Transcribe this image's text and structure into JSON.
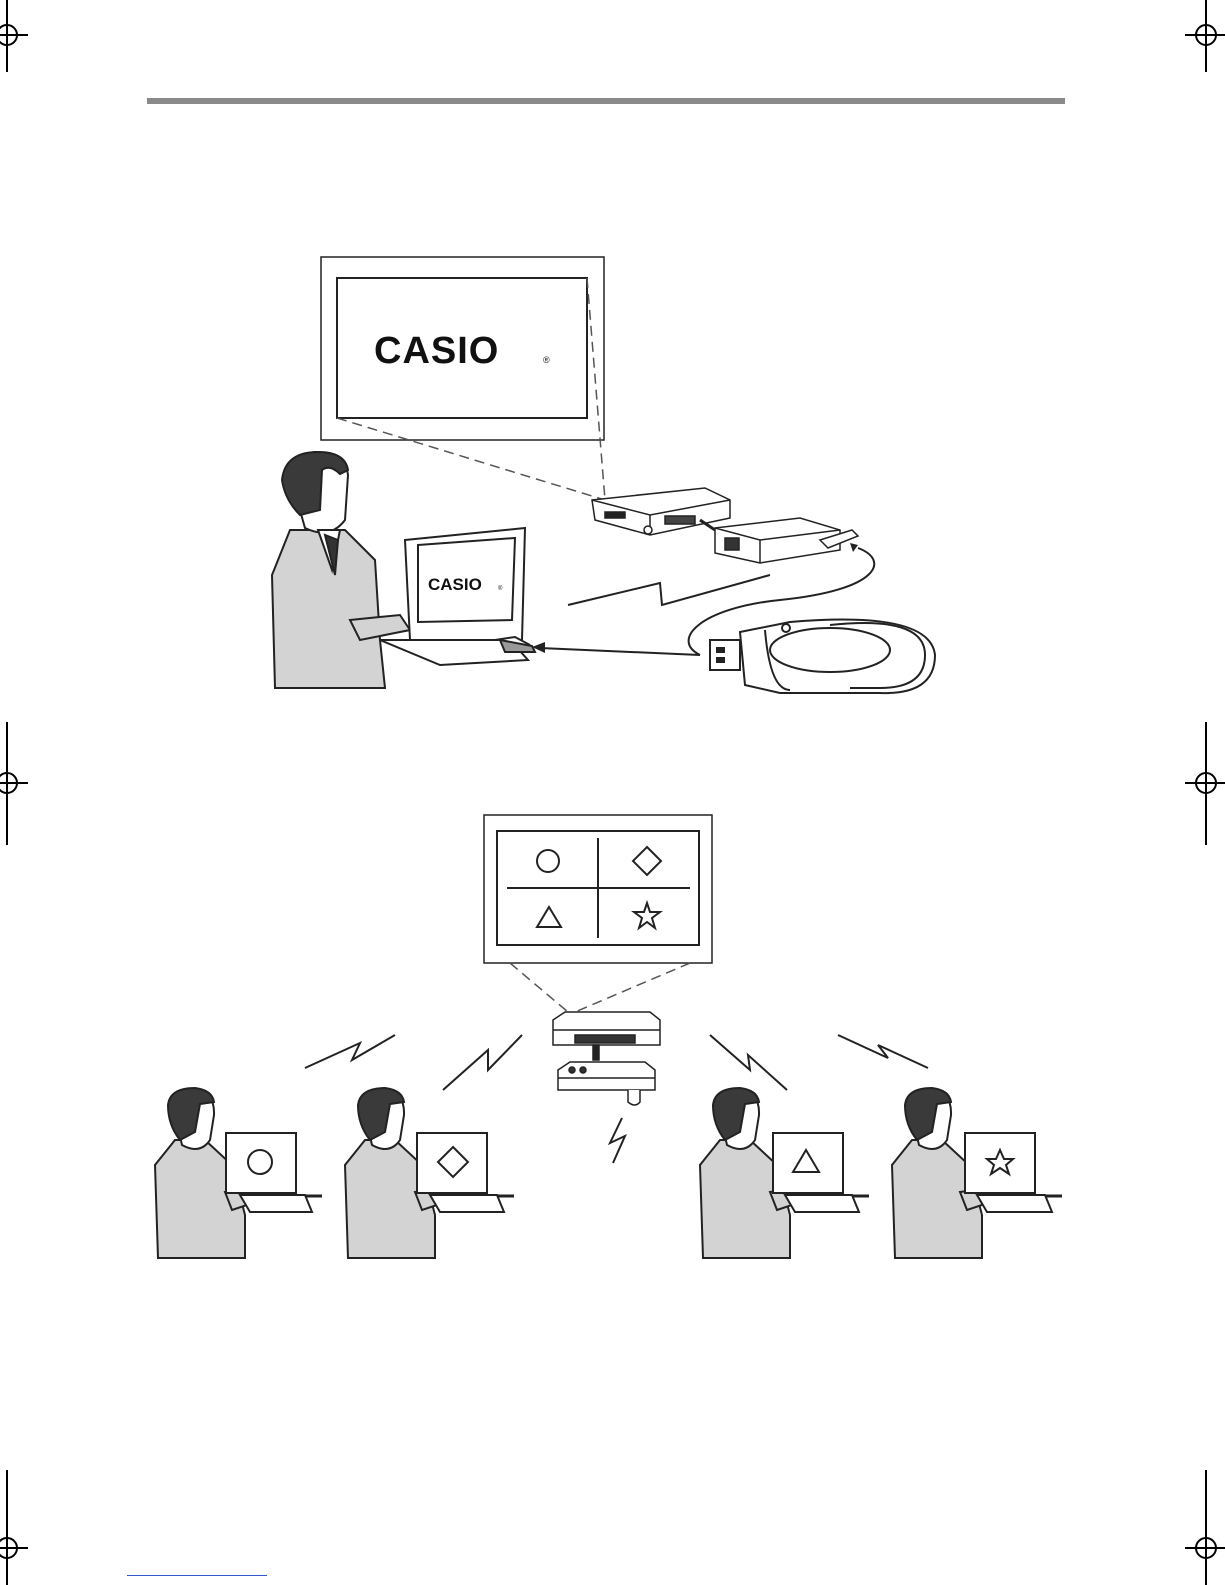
{
  "scene_top": {
    "screen_logo": "CASIO",
    "laptop_logo": "CASIO",
    "registered_mark": "®"
  },
  "scene_bottom": {
    "screen_quadrant_symbols": [
      "circle",
      "diamond",
      "triangle",
      "star"
    ],
    "laptop_symbols": [
      "circle",
      "diamond",
      "triangle",
      "star"
    ]
  },
  "colors": {
    "line": "#222222",
    "rule": "#8a8a8a",
    "suit_gray": "#d3d3d3",
    "hair": "#3a3a3a",
    "link": "#3355cc"
  }
}
